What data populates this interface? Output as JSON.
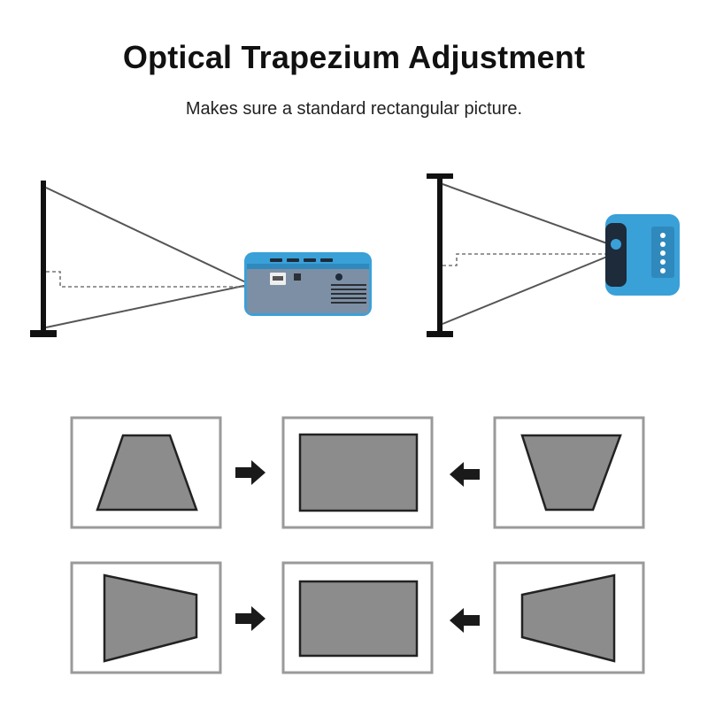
{
  "header": {
    "title": "Optical Trapezium Adjustment",
    "subtitle": "Makes sure a standard rectangular picture."
  },
  "colors": {
    "projector_blue": "#3aa0d8",
    "projector_gray": "#7d8fa4",
    "panel_border": "#9a9a9a",
    "screen_fill": "#8c8c8c",
    "line": "#555555"
  },
  "keystone_rows": [
    {
      "left_shape": "trapezoid-wide-bottom",
      "right_shape": "trapezoid-wide-top"
    },
    {
      "left_shape": "trapezoid-tall-left",
      "right_shape": "trapezoid-tall-right"
    }
  ]
}
